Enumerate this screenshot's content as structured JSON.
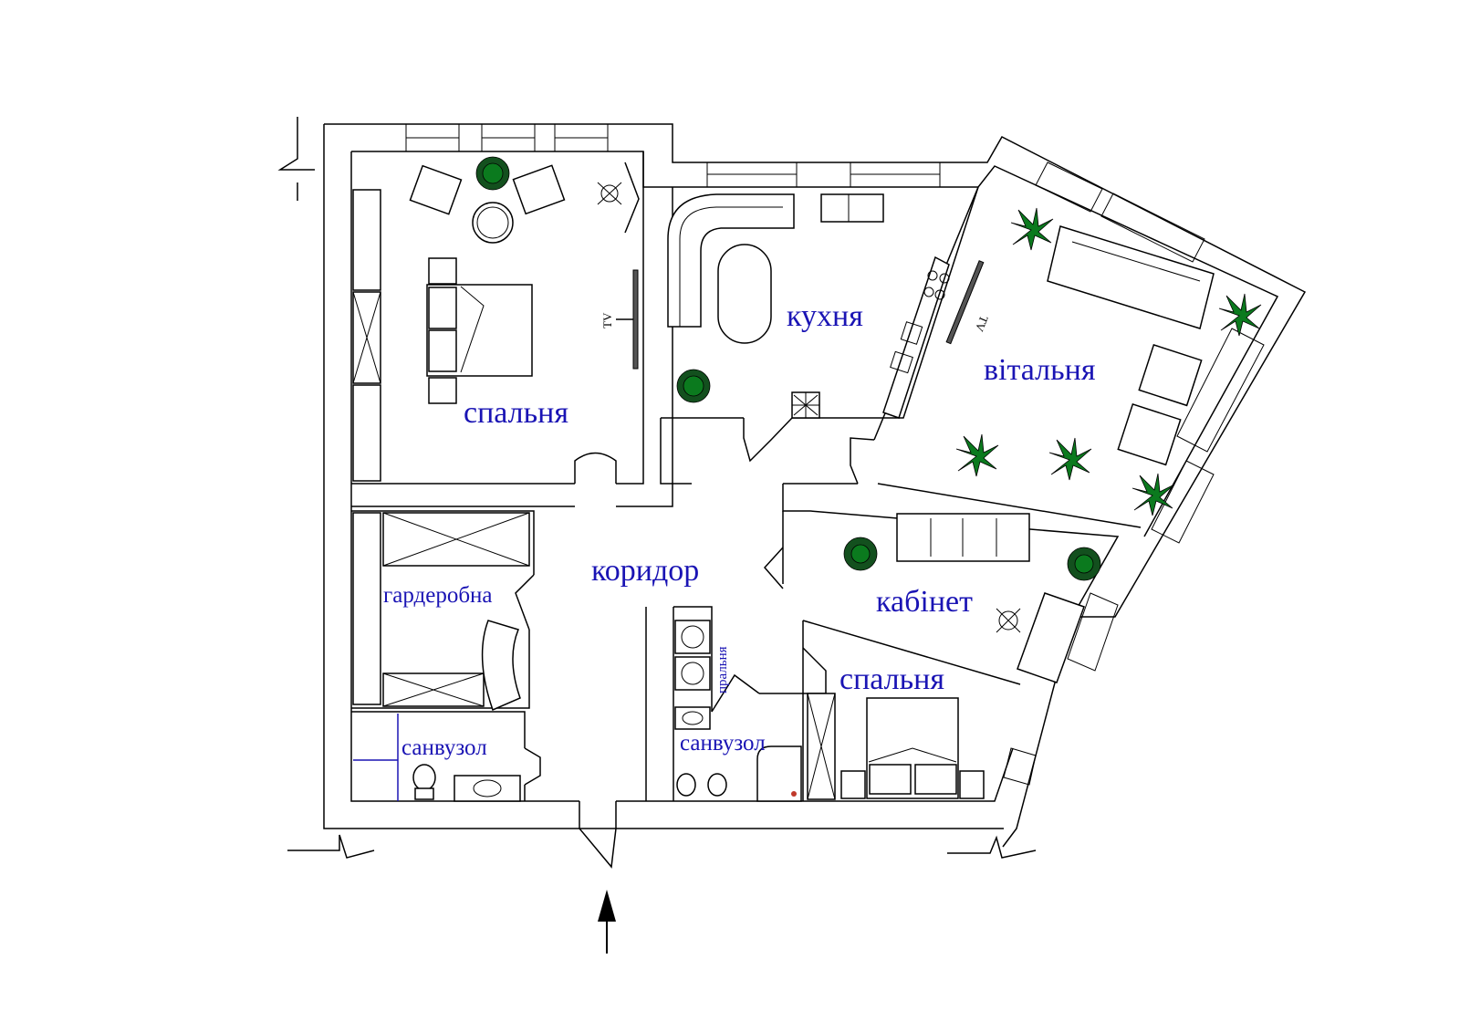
{
  "labels": {
    "bedroom_main": "спальня",
    "kitchen": "кухня",
    "living": "вітальня",
    "corridor": "коридор",
    "wardrobe": "гардеробна",
    "office": "кабінет",
    "bedroom_second": "спальня",
    "bathroom_left": "санвузол",
    "bathroom_mid": "санвузол",
    "laundry": "пральня",
    "tv_bedroom": "TV",
    "tv_living": "TV"
  },
  "colors": {
    "label": "#1a14b4",
    "plant": "#0b7a1e",
    "wall": "#000000"
  },
  "icons": {
    "entrance": "arrow-up-icon",
    "plant": "plant-icon",
    "chair": "office-chair-icon"
  }
}
